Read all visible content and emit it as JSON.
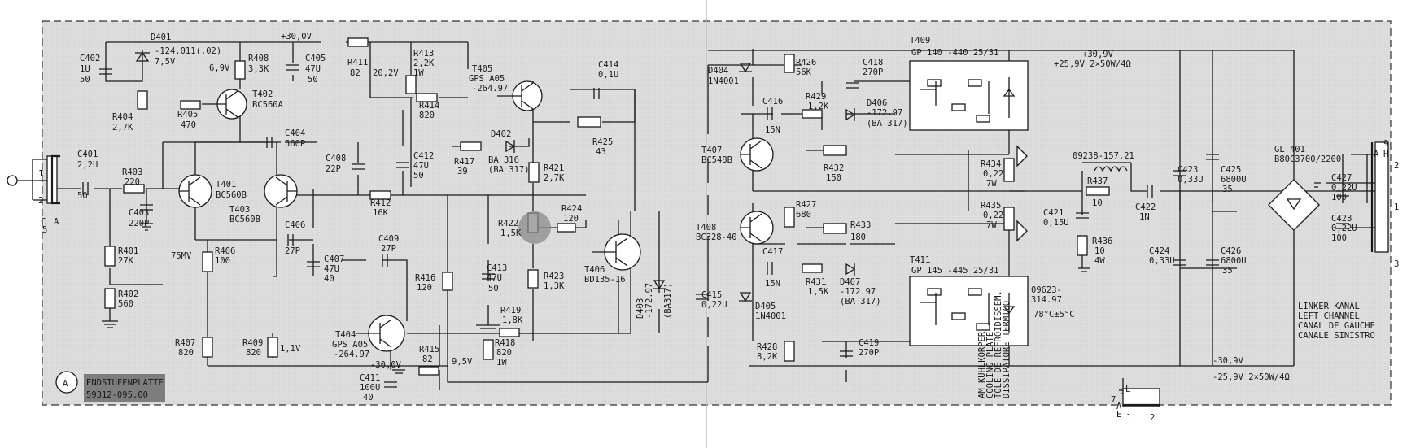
{
  "board": {
    "marker": "A",
    "title": "ENDSTUFENPLATTE",
    "part_no": "59312-095.00",
    "supply_pos": "+30,0V",
    "supply_neg": "-30,0V",
    "rail_pos_1": "+30,9V",
    "rail_pos_2": "+25,9V   2×50W/4Ω",
    "rail_neg_1": "-30,9V",
    "rail_neg_2": "-25,9V   2×50W/4Ω",
    "channel": [
      "LINKER KANAL",
      "LEFT CHANNEL",
      "CANAL DE GAUCHE",
      "CANALE SINISTRO"
    ],
    "heatsink": [
      "AM KÜHLKÖRPER",
      "COOLING PLATE",
      "TOLE DE REFROIDISSEM.",
      "DISSIPATORE TERMICO"
    ],
    "temp": "78°C±5°C",
    "volt_69": "6,9V",
    "volt_202": "20,2V",
    "volt_95": "9,5V",
    "volt_11": "1,1V",
    "volt_75mv": "75MV",
    "connector_in_1": "1",
    "connector_in_2": "2",
    "connector_in_c": "C",
    "connector_in_a": "A",
    "connector_in_5": "5",
    "connector_out": [
      "A",
      "H",
      "2",
      "1",
      "3",
      "9"
    ],
    "connector_bottom": [
      "7",
      "A",
      "E",
      "L",
      "1",
      "2"
    ]
  },
  "components": {
    "C402": [
      "C402",
      "1U",
      "50"
    ],
    "D401": [
      "D401",
      "-124.011(.02)",
      "7,5V"
    ],
    "R408": [
      "R408",
      "3,3K"
    ],
    "T402": [
      "T402",
      "BC560A"
    ],
    "R404": [
      "R404",
      "2,7K"
    ],
    "R405": [
      "R405",
      "470"
    ],
    "C405": [
      "C405",
      "47U",
      "50"
    ],
    "R411": [
      "R411",
      "82"
    ],
    "R413": [
      "R413",
      "2,2K",
      "1W"
    ],
    "R414": [
      "R414",
      "820"
    ],
    "T405": [
      "T405",
      "GPS A05",
      "-264.97"
    ],
    "C414": [
      "C414",
      "0,1U"
    ],
    "D404": [
      "D404",
      "1N4001"
    ],
    "R426": [
      "R426",
      "56K"
    ],
    "C418": [
      "C418",
      "270P"
    ],
    "T409": [
      "T409",
      "GP 140  -440 25/31"
    ],
    "C404": [
      "C404",
      "560P"
    ],
    "C401": [
      "C401",
      "2,2U",
      "50"
    ],
    "R403": [
      "R403",
      "220"
    ],
    "C403": [
      "C403",
      "220P"
    ],
    "T401": [
      "T401",
      "BC560B"
    ],
    "T403": [
      "T403",
      "BC560B"
    ],
    "C408": [
      "C408",
      "22P"
    ],
    "C412": [
      "C412",
      "47U",
      "50"
    ],
    "R417": [
      "R417",
      "39"
    ],
    "D402": [
      "D402",
      "BA 316",
      "(BA 317)"
    ],
    "R425": [
      "R425",
      "43"
    ],
    "C416": [
      "C416",
      "15N"
    ],
    "R429": [
      "R429",
      "1,2K"
    ],
    "D406": [
      "D406",
      "-172.97",
      "(BA 317)"
    ],
    "T407": [
      "T407",
      "BC548B"
    ],
    "R432": [
      "R432",
      "150"
    ],
    "R434": [
      "R434",
      "0,22",
      "7W"
    ],
    "L": [
      "09238-157.21"
    ],
    "R437": [
      "R437",
      "10"
    ],
    "C422": [
      "C422",
      "1N"
    ],
    "C423": [
      "C423",
      "0,33U"
    ],
    "C425": [
      "C425",
      "6800U",
      "35"
    ],
    "GL401": [
      "GL 401",
      "B80C3700/2200"
    ],
    "C427": [
      "C427",
      "0,22U",
      "100"
    ],
    "C428": [
      "C428",
      "0,22U",
      "100"
    ],
    "R412": [
      "R412",
      "16K"
    ],
    "R421": [
      "R421",
      "2,7K"
    ],
    "R424": [
      "R424",
      "120"
    ],
    "R422": [
      "R422",
      "1,5K"
    ],
    "R401": [
      "R401",
      "27K"
    ],
    "R406": [
      "R406",
      "100"
    ],
    "C406": [
      "C406",
      "27P"
    ],
    "C407": [
      "C407",
      "47U",
      "40"
    ],
    "R402": [
      "R402",
      "560"
    ],
    "C409": [
      "C409",
      "27P"
    ],
    "R416": [
      "R416",
      "120"
    ],
    "C413": [
      "C413",
      "47U",
      "50"
    ],
    "R423": [
      "R423",
      "1,3K"
    ],
    "T406": [
      "T406",
      "BD135-16"
    ],
    "R427": [
      "R427",
      "680"
    ],
    "T408": [
      "T408",
      "BC328-40"
    ],
    "R433": [
      "R433",
      "180"
    ],
    "R435": [
      "R435",
      "0,22",
      "7W"
    ],
    "C421": [
      "C421",
      "0,15U"
    ],
    "R436": [
      "R436",
      "10",
      "4W"
    ],
    "C424": [
      "C424",
      "0,33U"
    ],
    "C426": [
      "C426",
      "6800U",
      "35"
    ],
    "C417": [
      "C417",
      "15N"
    ],
    "R431": [
      "R431",
      "1,5K"
    ],
    "D407": [
      "D407",
      "-172.97",
      "(BA 317)"
    ],
    "T411": [
      "T411",
      "GP 145  -445 25/31"
    ],
    "R419": [
      "R419",
      "1,8K"
    ],
    "D403": [
      "D403",
      "-172.97",
      "(BA317)"
    ],
    "C415": [
      "C415",
      "0,22U"
    ],
    "D405": [
      "D405",
      "1N4001"
    ],
    "NTC": [
      "09623-",
      "314.97"
    ],
    "R407": [
      "R407",
      "820"
    ],
    "R409": [
      "R409",
      "820"
    ],
    "T404": [
      "T404",
      "GPS A05",
      "-264.97"
    ],
    "R415": [
      "R415",
      "82"
    ],
    "R418": [
      "R418",
      "820",
      "1W"
    ],
    "C411": [
      "C411",
      "100U",
      "40"
    ],
    "R428": [
      "R428",
      "8,2K"
    ],
    "C419": [
      "C419",
      "270P"
    ]
  }
}
